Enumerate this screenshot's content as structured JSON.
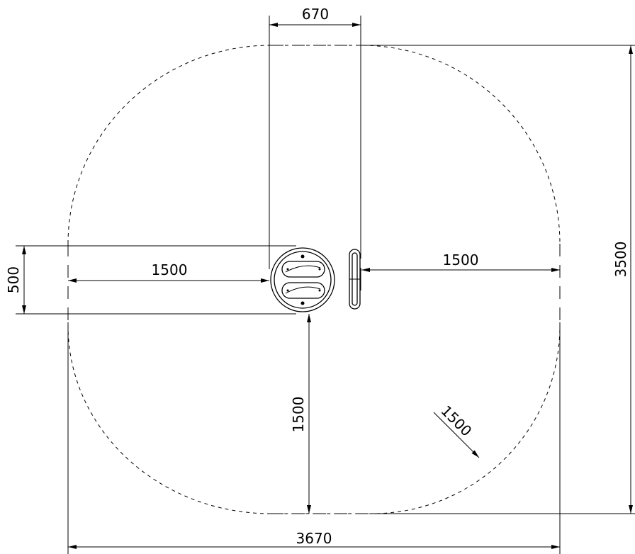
{
  "dimensions": {
    "top_width": "670",
    "left_height": "500",
    "left_distance": "1500",
    "right_distance": "1500",
    "down_distance": "1500",
    "corner_radius": "1500",
    "right_height": "3500",
    "bottom_width": "3670"
  }
}
